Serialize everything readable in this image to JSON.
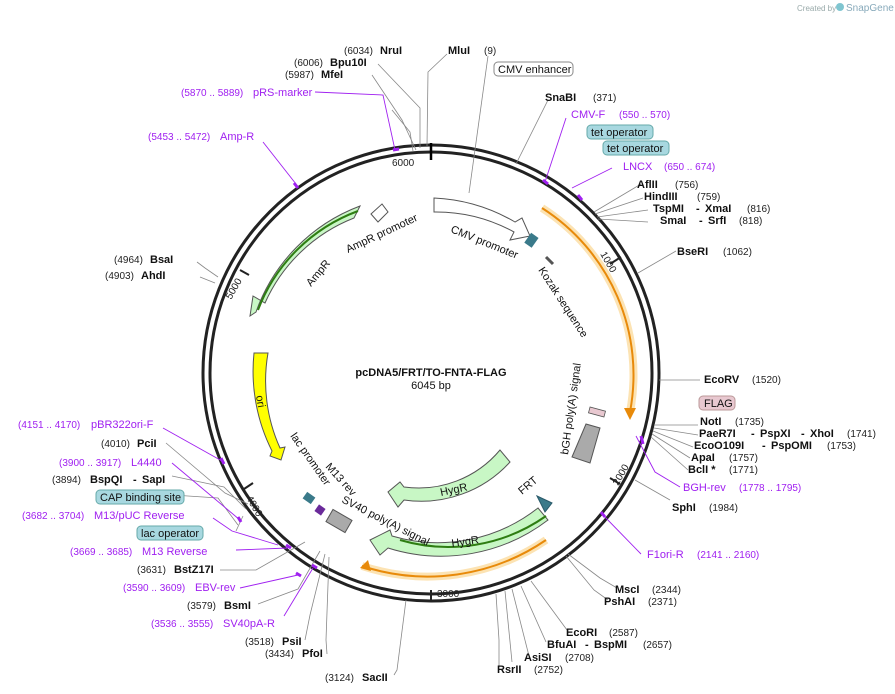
{
  "credit": {
    "prefix": "Created by",
    "brand": "SnapGene"
  },
  "plasmid": {
    "name": "pcDNA5/FRT/TO-FNTA-FLAG",
    "size_label": "6045 bp"
  },
  "ticks": {
    "t1000": "1000",
    "t2000": "2000",
    "t3000": "3000",
    "t4000": "4000",
    "t5000": "5000",
    "t6000": "6000"
  },
  "sites": {
    "nrui": {
      "pos": "(6034)",
      "name": "NruI"
    },
    "mlui": {
      "name": "MluI",
      "pos": "(9)"
    },
    "bpu10i": {
      "pos": "(6006)",
      "name": "Bpu10I"
    },
    "mfei": {
      "pos": "(5987)",
      "name": "MfeI"
    },
    "snabi": {
      "name": "SnaBI",
      "pos": "(371)"
    },
    "aflii": {
      "name": "AflII",
      "pos": "(756)"
    },
    "hindiii": {
      "name": "HindIII",
      "pos": "(759)"
    },
    "tspmi": {
      "name": "TspMI",
      "sep": "- ",
      "name2": "XmaI",
      "pos": "(816)"
    },
    "smai": {
      "name": "SmaI",
      "sep": "- ",
      "name2": "SrfI",
      "pos": "(818)"
    },
    "bseri": {
      "name": "BseRI",
      "pos": "(1062)"
    },
    "bsai": {
      "pos": "(4964)",
      "name": "BsaI"
    },
    "ahdi": {
      "pos": "(4903)",
      "name": "AhdI"
    },
    "ecorv": {
      "name": "EcoRV",
      "pos": "(1520)"
    },
    "noti": {
      "name": "NotI",
      "pos": "(1735)"
    },
    "paer7i": {
      "name": "PaeR7I",
      "sep1": "- ",
      "name2": "PspXI",
      "sep2": "- ",
      "name3": "XhoI",
      "pos": "(1741)"
    },
    "eco0109i": {
      "name": "EcoO109I",
      "sep": "- ",
      "name2": "PspOMI",
      "pos": "(1753)"
    },
    "apai": {
      "name": "ApaI",
      "pos": "(1757)"
    },
    "bcli": {
      "name": "BclI *",
      "pos": "(1771)"
    },
    "sphi": {
      "name": "SphI",
      "pos": "(1984)"
    },
    "pcii": {
      "pos": "(4010)",
      "name": "PciI"
    },
    "bspqi": {
      "pos": "(3894)",
      "name": "BspQI",
      "sep": "- ",
      "name2": "SapI"
    },
    "bstz17i": {
      "pos": "(3631)",
      "name": "BstZ17I"
    },
    "bsmi": {
      "pos": "(3579)",
      "name": "BsmI"
    },
    "psii": {
      "pos": "(3518)",
      "name": "PsiI"
    },
    "pfoi": {
      "pos": "(3434)",
      "name": "PfoI"
    },
    "saci": {
      "pos": "(3124)",
      "name": "SacII"
    },
    "msci": {
      "name": "MscI",
      "pos": "(2344)"
    },
    "pshai": {
      "name": "PshAI",
      "pos": "(2371)"
    },
    "ecori": {
      "name": "EcoRI",
      "pos": "(2587)"
    },
    "bfuai": {
      "name": "BfuAI",
      "sep": "- ",
      "name2": "BspMI",
      "pos": "(2657)"
    },
    "asisi": {
      "name": "AsiSI",
      "pos": "(2708)"
    },
    "rsrii": {
      "name": "RsrII",
      "pos": "(2752)"
    }
  },
  "primers": {
    "prs": {
      "range": "(5870 .. 5889)",
      "name": "pRS-marker"
    },
    "ampr": {
      "range": "(5453 .. 5472)",
      "name": "Amp-R"
    },
    "cmvf": {
      "name": "CMV-F",
      "range": "(550 .. 570)"
    },
    "lncx": {
      "name": "LNCX",
      "range": "(650 .. 674)"
    },
    "bghrev": {
      "name": "BGH-rev",
      "range": "(1778 .. 1795)"
    },
    "f1ori": {
      "name": "F1ori-R",
      "range": "(2141 .. 2160)"
    },
    "pbr322": {
      "range": "(4151 .. 4170)",
      "name": "pBR322ori-F"
    },
    "l4440": {
      "range": "(3900 .. 3917)",
      "name": "L4440"
    },
    "m13puc": {
      "range": "(3682 .. 3704)",
      "name": "M13/pUC Reverse"
    },
    "m13rev": {
      "range": "(3669 .. 3685)",
      "name": "M13 Reverse"
    },
    "ebvrev": {
      "range": "(3590 .. 3609)",
      "name": "EBV-rev"
    },
    "sv40par": {
      "range": "(3536 .. 3555)",
      "name": "SV40pA-R"
    }
  },
  "boxes": {
    "cmv_enhancer": "CMV enhancer",
    "tet1": "tet operator",
    "tet2": "tet operator",
    "flag": "FLAG",
    "cap": "CAP binding site",
    "lacop": "lac operator"
  },
  "features": {
    "ampr_promoter": "AmpR promoter",
    "ampr": "AmpR",
    "cmv_promoter": "CMV promoter",
    "kozak": "Kozak sequence",
    "bgh": "bGH poly(A) signal",
    "ori": "ori",
    "lac_promoter": "lac promoter",
    "m13rev": "M13 rev",
    "sv40": "SV40 poly(A) signal",
    "hygr1": "HygR",
    "hygr2": "HygR",
    "frt": "FRT"
  },
  "colors": {
    "ampr_fill": "#c8f7c5",
    "ori_fill": "#ffff00",
    "gene_outline": "#f5a623",
    "primer": "#a020f0",
    "box_fill": "#a8d8e0",
    "flag_fill": "#e8c8d0"
  }
}
